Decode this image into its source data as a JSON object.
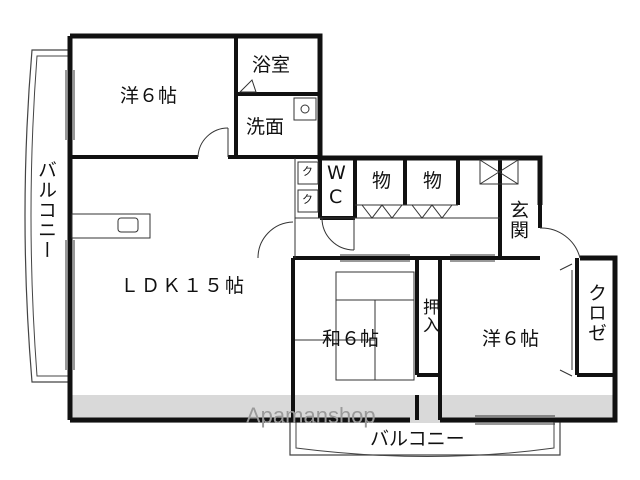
{
  "rooms": {
    "western_room_1": "洋６帖",
    "bathroom": "浴室",
    "washroom": "洗面",
    "ldk": "ＬＤＫ１５帖",
    "wc_top": "W",
    "wc_bottom": "C",
    "storage_1": "物",
    "storage_2": "物",
    "entrance": "玄関",
    "japanese_room": "和６帖",
    "oshiire": "押入",
    "western_room_2": "洋６帖",
    "closet": "クロゼ",
    "closet_mark_1": "ク",
    "closet_mark_2": "ク"
  },
  "balconies": {
    "left": "バルコニー",
    "bottom": "バルコニー"
  },
  "watermark": "Apamanshop"
}
